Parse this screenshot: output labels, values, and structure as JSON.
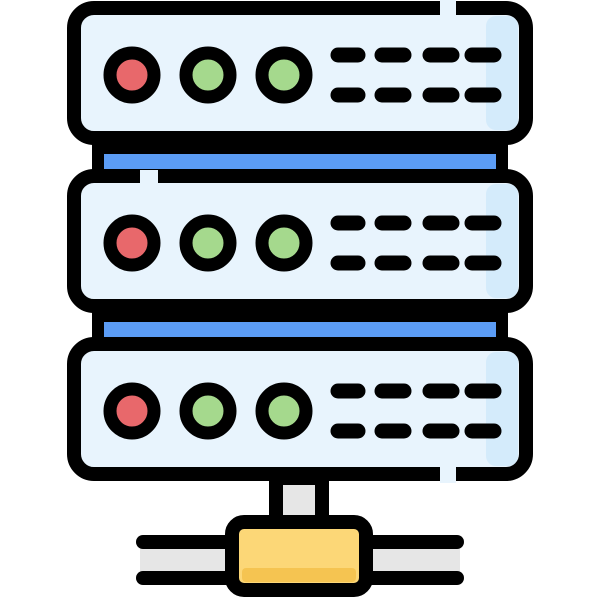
{
  "icon": {
    "name": "server-network-icon",
    "units": [
      {
        "name": "server-unit-top",
        "leds": [
          "red",
          "green",
          "green"
        ],
        "vent_rows": 2,
        "vent_cols": 4
      },
      {
        "name": "server-unit-middle",
        "leds": [
          "red",
          "green",
          "green"
        ],
        "vent_rows": 2,
        "vent_cols": 4
      },
      {
        "name": "server-unit-bottom",
        "leds": [
          "red",
          "green",
          "green"
        ],
        "vent_rows": 2,
        "vent_cols": 4
      }
    ],
    "colors": {
      "outline": "#000000",
      "panel_fill": "#e8f4fd",
      "panel_highlight": "#d4ebfb",
      "connector": "#5b9cf5",
      "led_red": "#e8686b",
      "led_green": "#a5d98d",
      "network_box": "#fcd777",
      "network_box_shade": "#f5c451",
      "cable": "#e6e6e6"
    }
  }
}
